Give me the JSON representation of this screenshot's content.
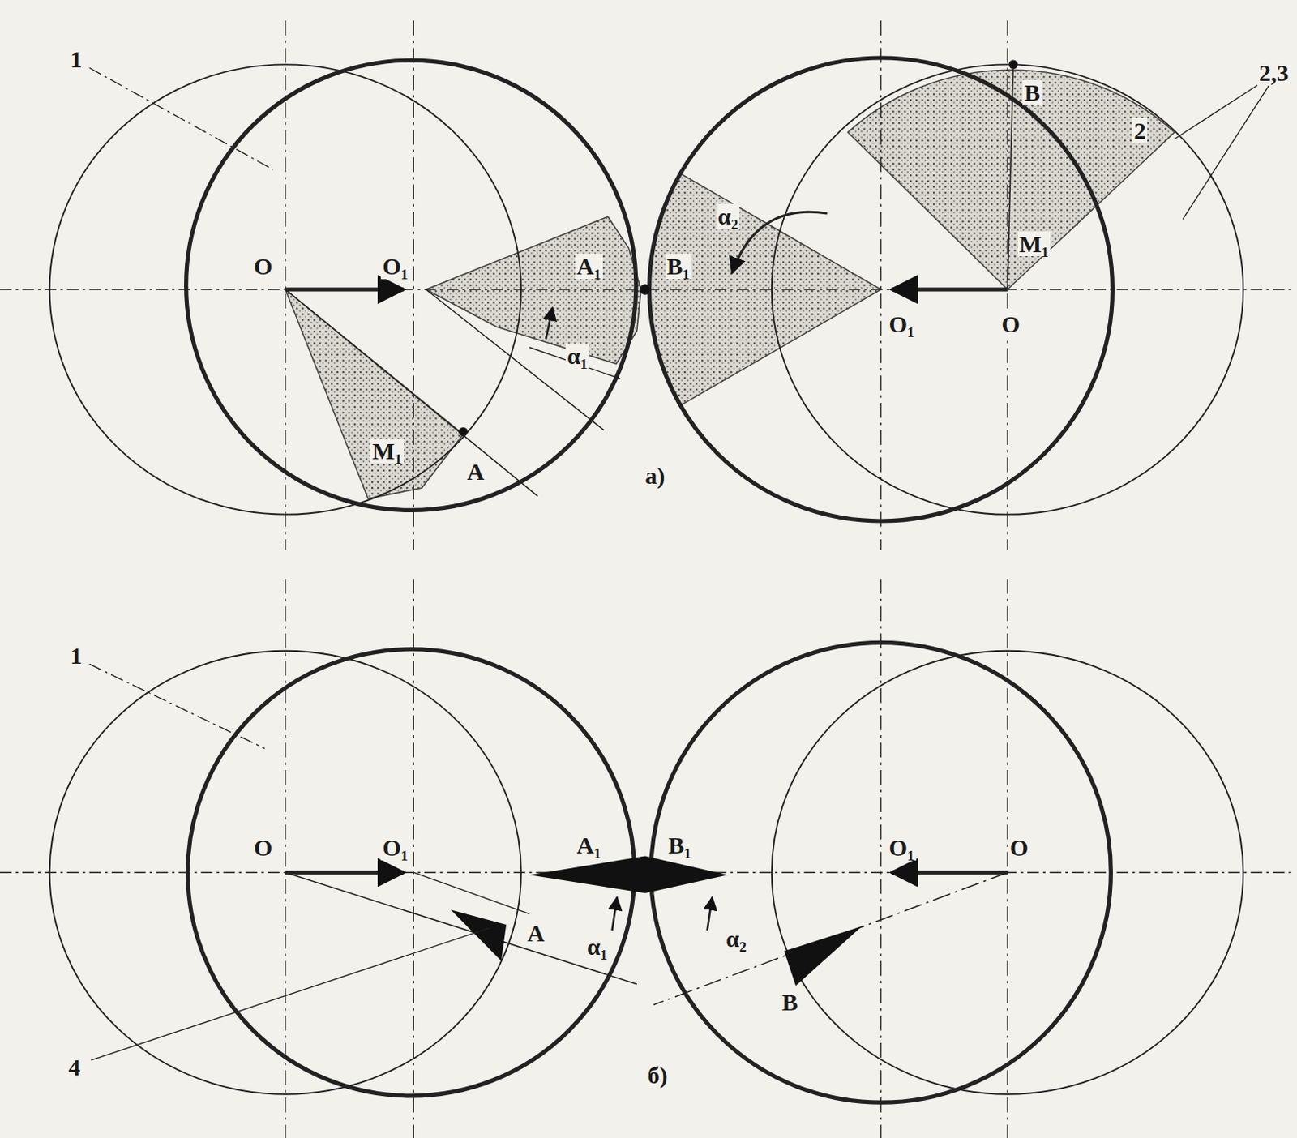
{
  "diagram": {
    "labels": [
      "1",
      "O",
      "O₁",
      "A₁",
      "B₁",
      "α₂",
      "B",
      "M₁",
      "2",
      "2,3",
      "O₁",
      "O",
      "M₁",
      "A",
      "α₁",
      "а)",
      "1",
      "4",
      "O",
      "O₁",
      "A₁",
      "B₁",
      "A",
      "α₁",
      "α₂",
      "B",
      "O₁",
      "O",
      "б)"
    ]
  }
}
